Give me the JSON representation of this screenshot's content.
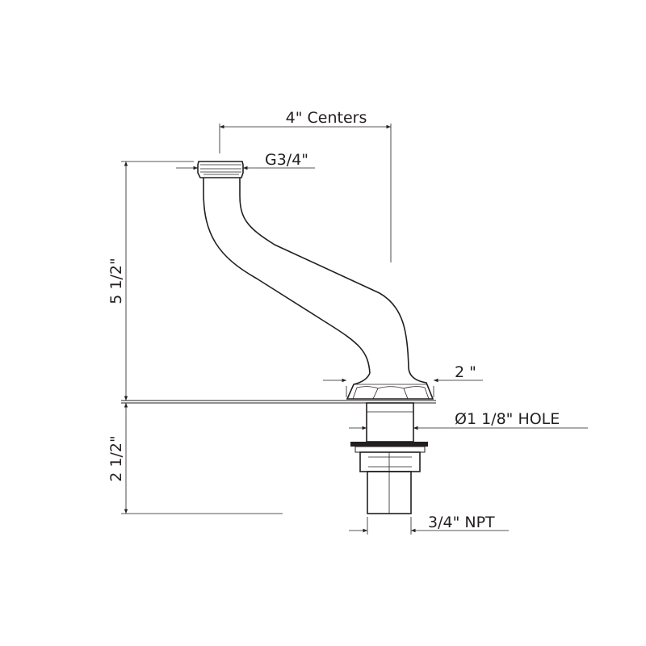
{
  "dimensions": {
    "centers": "4\" Centers",
    "inlet_thread": "G3/4\"",
    "height_above_deck": "5 1/2\"",
    "base_diameter": "2 \"",
    "mounting_hole": "Ø1 1/8\" HOLE",
    "shank_length": "2 1/2\"",
    "outlet_thread": "3/4\" NPT"
  }
}
